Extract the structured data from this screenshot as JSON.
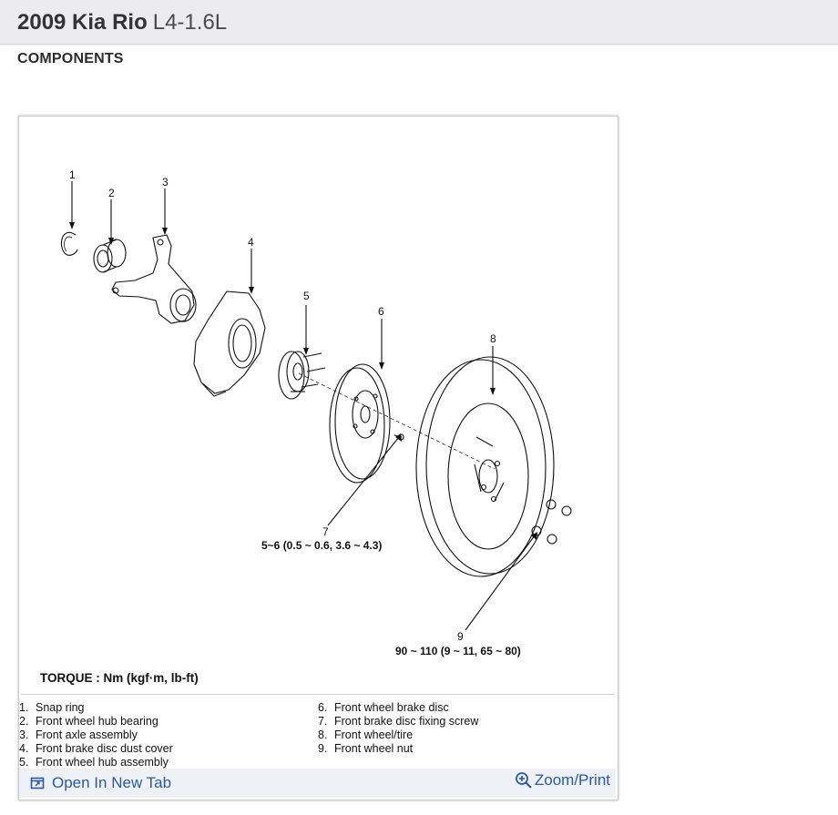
{
  "header": {
    "make": "2009 Kia Rio",
    "engine": "L4-1.6L"
  },
  "section": {
    "title": "COMPONENTS"
  },
  "figure": {
    "callouts": [
      "1",
      "2",
      "3",
      "4",
      "5",
      "6",
      "7",
      "8",
      "9"
    ],
    "torque_7": "5~6 (0.5 ~ 0.6, 3.6 ~ 4.3)",
    "torque_9": "90 ~ 110 (9 ~ 11, 65 ~ 80)",
    "torque_title": "TORQUE : Nm (kgf·m, lb-ft)"
  },
  "legend": {
    "left": [
      {
        "num": "1.",
        "label": "Snap ring"
      },
      {
        "num": "2.",
        "label": "Front wheel hub bearing"
      },
      {
        "num": "3.",
        "label": "Front axle assembly"
      },
      {
        "num": "4.",
        "label": "Front brake disc dust cover"
      },
      {
        "num": "5.",
        "label": "Front wheel hub assembly"
      }
    ],
    "right": [
      {
        "num": "6.",
        "label": "Front wheel brake disc"
      },
      {
        "num": "7.",
        "label": "Front brake disc fixing screw"
      },
      {
        "num": "8.",
        "label": "Front wheel/tire"
      },
      {
        "num": "9.",
        "label": "Front wheel nut"
      }
    ]
  },
  "footer": {
    "open_label": "Open In New Tab",
    "zoom_label": "Zoom/Print",
    "open_icon": "open-new-tab-icon",
    "zoom_icon": "magnifier-plus-icon",
    "link_color": "#2c5aa0"
  }
}
